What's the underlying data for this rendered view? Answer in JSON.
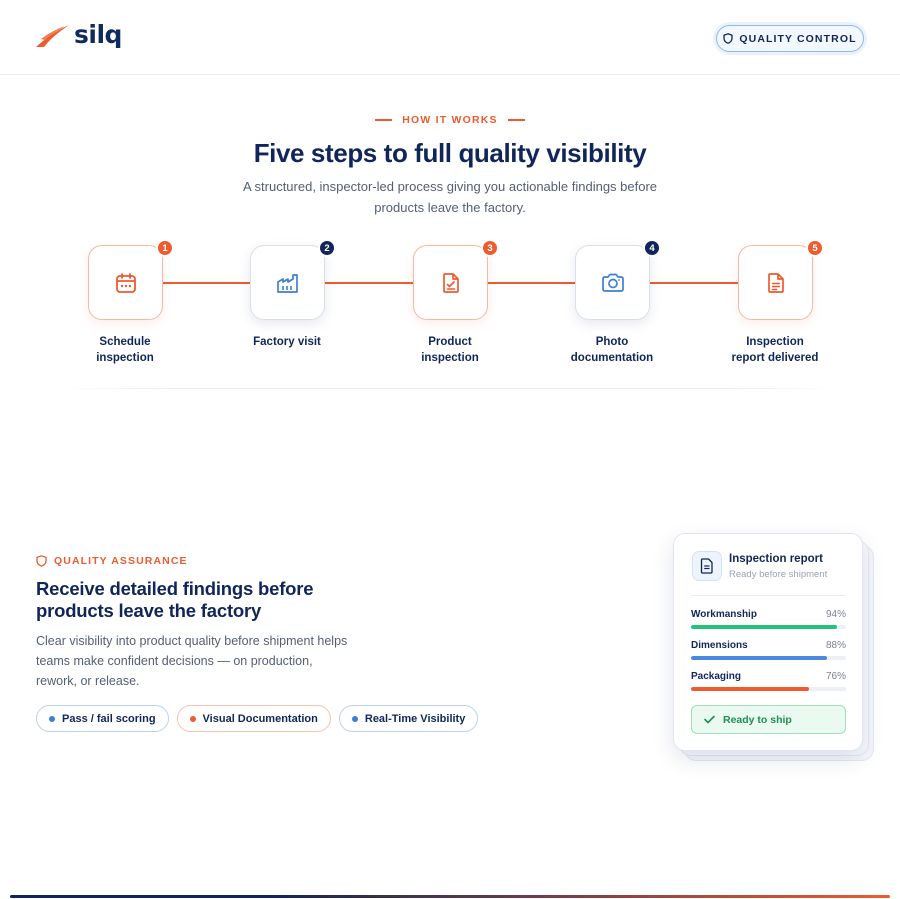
{
  "header": {
    "logo_text": "silq",
    "badge_label": "QUALITY CONTROL"
  },
  "how_it_works": {
    "eyebrow": "HOW IT WORKS",
    "title": "Five steps to full quality visibility",
    "subtitle": "A structured, inspector-led process giving you actionable findings before products leave the factory.",
    "steps": [
      {
        "number": "1",
        "label_line1": "Schedule",
        "label_line2": "inspection",
        "icon": "calendar-icon",
        "accent": "#ef5b2e"
      },
      {
        "number": "2",
        "label_line1": "Factory visit",
        "label_line2": "",
        "icon": "factory-icon",
        "accent": "#10265a"
      },
      {
        "number": "3",
        "label_line1": "Product",
        "label_line2": "inspection",
        "icon": "checklist-icon",
        "accent": "#ef5b2e"
      },
      {
        "number": "4",
        "label_line1": "Photo",
        "label_line2": "documentation",
        "icon": "camera-icon",
        "accent": "#10265a"
      },
      {
        "number": "5",
        "label_line1": "Inspection",
        "label_line2": "report delivered",
        "icon": "report-icon",
        "accent": "#ef5b2e"
      }
    ]
  },
  "quality_assurance": {
    "eyebrow": "QUALITY ASSURANCE",
    "title": "Receive detailed findings before products leave the factory",
    "body": "Clear visibility into product quality before shipment helps teams make confident decisions — on production, rework, or release.",
    "pills": [
      {
        "label": "Pass / fail scoring",
        "color": "#3d7fd6"
      },
      {
        "label": "Visual Documentation",
        "color": "#ef5b2e"
      },
      {
        "label": "Real-Time Visibility",
        "color": "#3d7fd6"
      }
    ]
  },
  "report_card": {
    "title": "Inspection report",
    "subtitle": "Ready before shipment",
    "metrics": [
      {
        "name": "Workmanship",
        "value_text": "94%",
        "value": 94,
        "color": "#22c47a"
      },
      {
        "name": "Dimensions",
        "value_text": "88%",
        "value": 88,
        "color": "#4a89dc"
      },
      {
        "name": "Packaging",
        "value_text": "76%",
        "value": 76,
        "color": "#ef5b2e"
      }
    ],
    "status": "Ready to ship"
  },
  "colors": {
    "brand_navy": "#10265a",
    "brand_orange": "#ef5b2e",
    "success_green": "#1d8f52"
  }
}
